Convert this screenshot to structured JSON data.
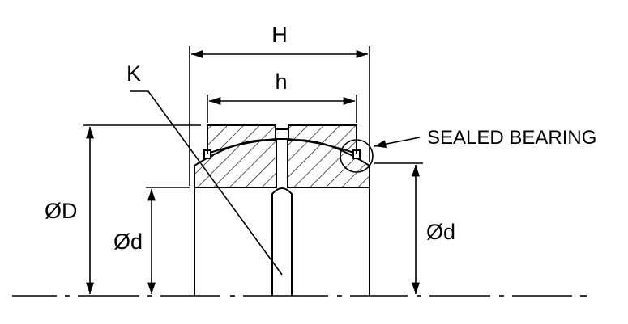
{
  "labels": {
    "H": "H",
    "h": "h",
    "K": "K",
    "sealed": "SEALED BEARING",
    "D": "ØD",
    "d_left": "Ød",
    "d_right": "Ød"
  }
}
